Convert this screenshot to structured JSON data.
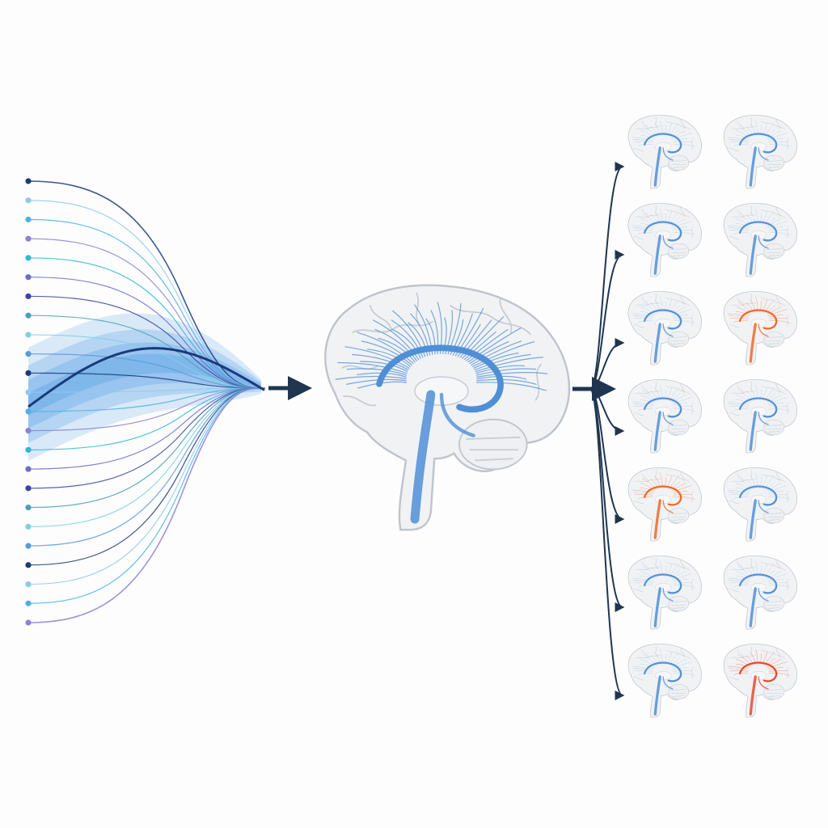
{
  "colors": {
    "background": "#fdfdfd",
    "navy": "#1b3a7a",
    "arrow": "#1f3550",
    "tract_blue": "#4f8fd6",
    "tract_light": "#8fc0ea",
    "highlight_orange": "#ef6a2a",
    "highlight_red": "#e64a2e",
    "band_blue": "#5aa2e6",
    "line_palette": [
      "#1b3a7a",
      "#8fcaee",
      "#4fb0e6",
      "#8b84d6",
      "#33b8d6",
      "#6e6ad0",
      "#3a46a0",
      "#4aa0b6",
      "#7ed0e6",
      "#5a9bd8"
    ]
  },
  "icons": {
    "left_panel": "signal-trajectories",
    "center": "brain-sagittal-tractography",
    "right_panel": "brain-thumbnail-grid",
    "connector": "arrow-right-icon"
  },
  "trajectories": {
    "count": 24,
    "mean_curve": "bold-navy",
    "spread_band": "light-blue"
  },
  "thumbnail_grid": {
    "rows": 7,
    "columns": 2,
    "highlights": [
      {
        "row": 3,
        "col": 2,
        "color": "orange-red"
      },
      {
        "row": 5,
        "col": 1,
        "color": "orange"
      },
      {
        "row": 7,
        "col": 2,
        "color": "red"
      }
    ]
  }
}
